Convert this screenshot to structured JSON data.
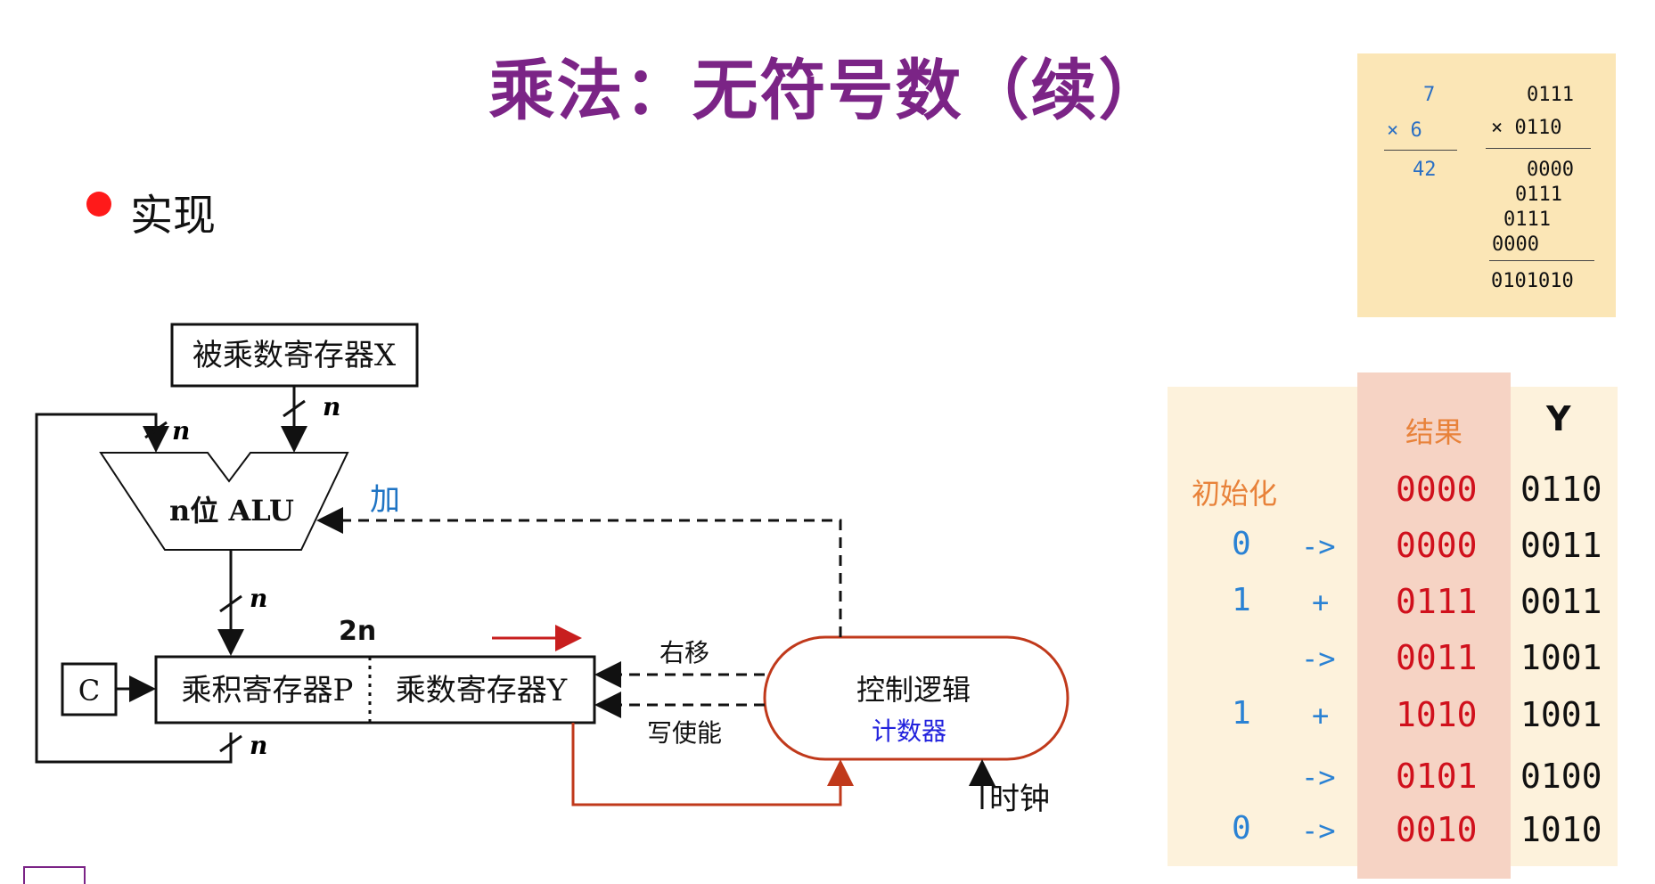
{
  "title": "乘法：无符号数（续）",
  "bullet": "实现",
  "diagram": {
    "reg_x": "被乘数寄存器X",
    "alu": "n位 ALU",
    "reg_p": "乘积寄存器P",
    "reg_y": "乘数寄存器Y",
    "carry": "C",
    "control_logic": "控制逻辑",
    "counter": "计数器",
    "clock": "时钟",
    "add_signal": "加",
    "shift_right": "右移",
    "write_enable": "写使能",
    "width_n": "n",
    "width_2n": "2n",
    "colors": {
      "control_border": "#c0391b",
      "add_label": "#1f74c4",
      "counter_label": "#2222dd",
      "shift_arrow": "#c81e1e"
    }
  },
  "multiplication_example": {
    "decimal": {
      "multiplicand": "7",
      "multiplier": "× 6",
      "product": "42"
    },
    "binary": {
      "multiplicand": "0111",
      "multiplier": "× 0110",
      "partials": [
        "0000",
        "0111",
        "0111",
        "0000"
      ],
      "product": "0101010"
    }
  },
  "trace_table": {
    "header_result": "结果",
    "header_y": "Y",
    "rows": [
      {
        "bit": "",
        "op": "",
        "label": "初始化",
        "result": "0000",
        "y": "0110"
      },
      {
        "bit": "0",
        "op": "->",
        "result": "0000",
        "y": "0011"
      },
      {
        "bit": "1",
        "op": "+",
        "result": "0111",
        "y": "0011"
      },
      {
        "bit": "",
        "op": "->",
        "result": "0011",
        "y": "1001"
      },
      {
        "bit": "1",
        "op": "+",
        "result": "1010",
        "y": "1001"
      },
      {
        "bit": "",
        "op": "->",
        "result": "0101",
        "y": "0100"
      },
      {
        "bit": "0",
        "op": "->",
        "result": "0010",
        "y": "1010"
      }
    ],
    "colors": {
      "label": "#e8823a",
      "bit": "#2a82d4",
      "result": "#d0101c",
      "y": "#111111"
    }
  }
}
